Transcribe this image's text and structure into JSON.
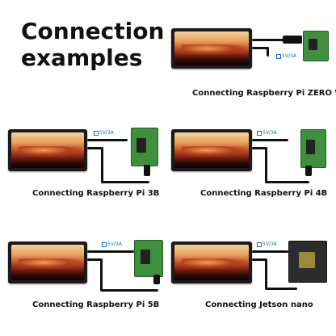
{
  "title_line1": "Connection",
  "title_line2": "examples",
  "power_tag": "5V/3A",
  "captions": {
    "zero_w": "Connecting Raspberry Pi ZERO W",
    "pi3b": "Connecting Raspberry Pi 3B",
    "pi4b": "Connecting Raspberry Pi 4B",
    "pi5b": "Connecting Raspberry Pi 5B",
    "jetson": "Connecting Jetson nano"
  }
}
